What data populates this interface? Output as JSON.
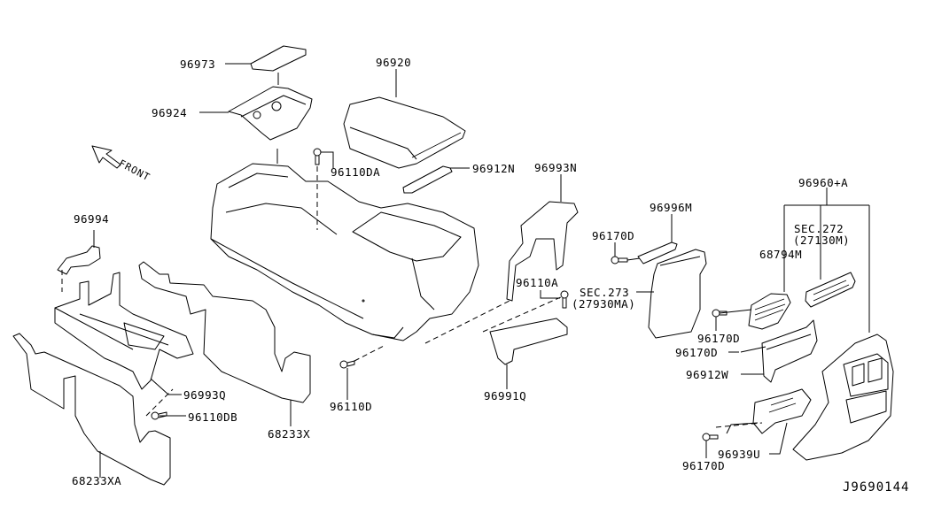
{
  "diagram": {
    "type": "exploded-parts-diagram",
    "subject": "Center console assembly",
    "reference_code": "J9690144",
    "orientation_label": "FRONT",
    "parts": [
      {
        "id": "96973",
        "label": "96973"
      },
      {
        "id": "96924",
        "label": "96924"
      },
      {
        "id": "96920",
        "label": "96920"
      },
      {
        "id": "96110DA",
        "label": "96110DA"
      },
      {
        "id": "96912N",
        "label": "96912N"
      },
      {
        "id": "96993N",
        "label": "96993N"
      },
      {
        "id": "96996M",
        "label": "96996M"
      },
      {
        "id": "96170D-a",
        "label": "96170D"
      },
      {
        "id": "96110A",
        "label": "96110A"
      },
      {
        "id": "sec273",
        "label": "SEC.273",
        "sublabel": "(27930MA)"
      },
      {
        "id": "96960+A",
        "label": "96960+A"
      },
      {
        "id": "sec272",
        "label": "SEC.272",
        "sublabel": "(27130M)"
      },
      {
        "id": "68794M",
        "label": "68794M"
      },
      {
        "id": "96170D-b",
        "label": "96170D"
      },
      {
        "id": "96170D-c",
        "label": "96170D"
      },
      {
        "id": "96912W",
        "label": "96912W"
      },
      {
        "id": "96939U",
        "label": "96939U"
      },
      {
        "id": "96170D-d",
        "label": "96170D"
      },
      {
        "id": "96994",
        "label": "96994"
      },
      {
        "id": "96993Q",
        "label": "96993Q"
      },
      {
        "id": "96110DB",
        "label": "96110DB"
      },
      {
        "id": "68233X",
        "label": "68233X"
      },
      {
        "id": "68233XA",
        "label": "68233XA"
      },
      {
        "id": "96110D",
        "label": "96110D"
      },
      {
        "id": "96991Q",
        "label": "96991Q"
      }
    ]
  }
}
